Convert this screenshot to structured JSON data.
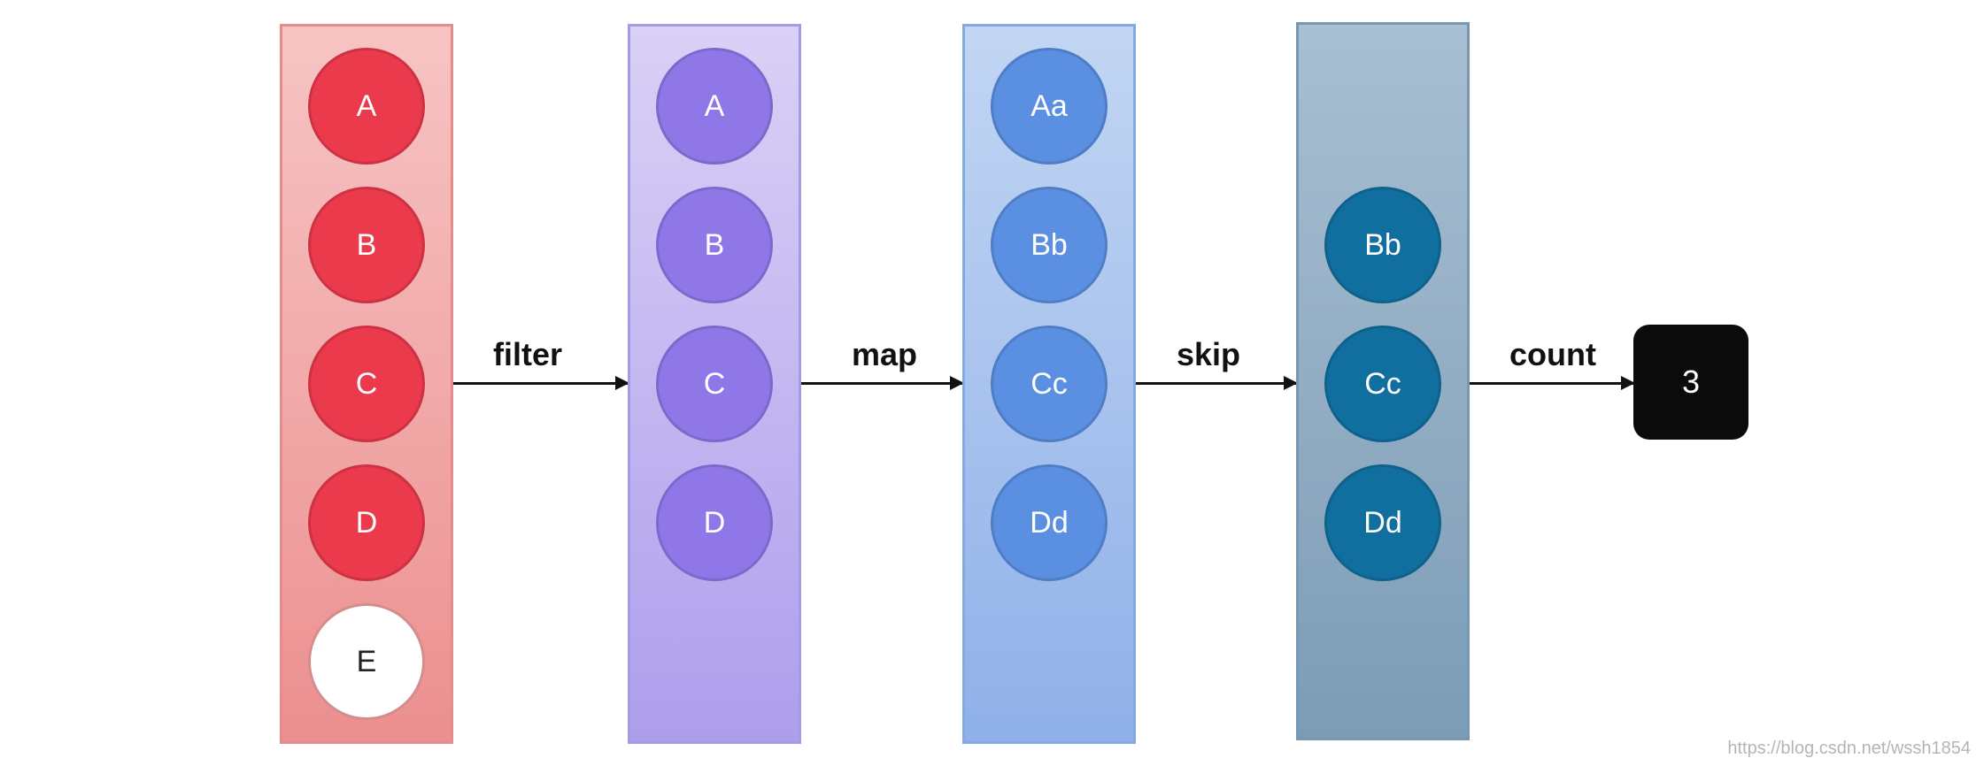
{
  "columns": [
    {
      "nodes": [
        "A",
        "B",
        "C",
        "D",
        "E"
      ],
      "node_colors": [
        "#ea3a4c",
        "#ea3a4c",
        "#ea3a4c",
        "#ea3a4c",
        "#ffffff"
      ]
    },
    {
      "nodes": [
        "A",
        "B",
        "C",
        "D"
      ],
      "node_colors": [
        "#8f77e8",
        "#8f77e8",
        "#8f77e8",
        "#8f77e8"
      ]
    },
    {
      "nodes": [
        "Aa",
        "Bb",
        "Cc",
        "Dd"
      ],
      "node_colors": [
        "#5a8fe2",
        "#5a8fe2",
        "#5a8fe2",
        "#5a8fe2"
      ]
    },
    {
      "nodes": [
        "Bb",
        "Cc",
        "Dd"
      ],
      "node_colors": [
        "#116f9f",
        "#116f9f",
        "#116f9f"
      ]
    }
  ],
  "operations": [
    "filter",
    "map",
    "skip",
    "count"
  ],
  "result": "3",
  "watermark": "https://blog.csdn.net/wssh1854"
}
